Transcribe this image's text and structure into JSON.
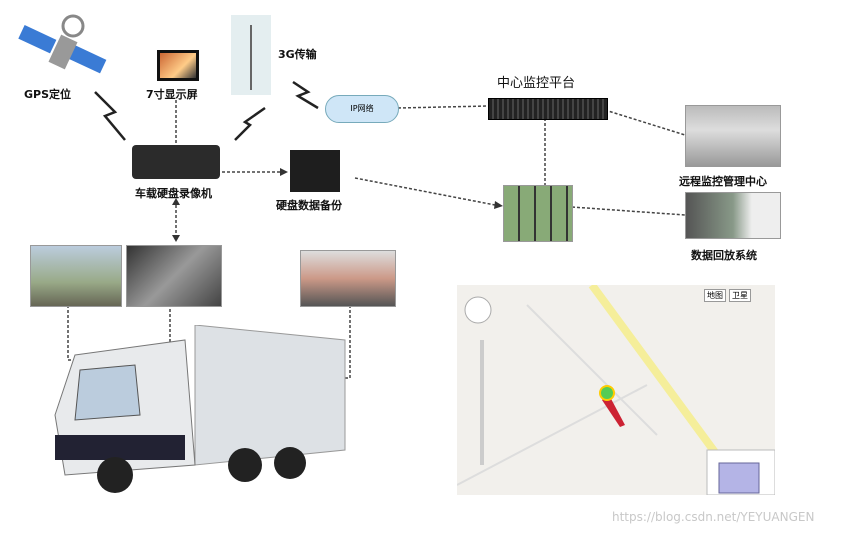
{
  "nodes": {
    "gps": "GPS定位",
    "display": "7寸显示屏",
    "g3": "3G传输",
    "ip": "IP网络",
    "center": "中心监控平台",
    "dvr": "车载硬盘录像机",
    "backup": "硬盘数据备份",
    "remote": "远程监控管理中心",
    "playback": "数据回放系统"
  },
  "map": {
    "btn_map": "地图",
    "btn_sat": "卫星"
  },
  "watermark": "https://blog.csdn.net/YEYUANGEN"
}
